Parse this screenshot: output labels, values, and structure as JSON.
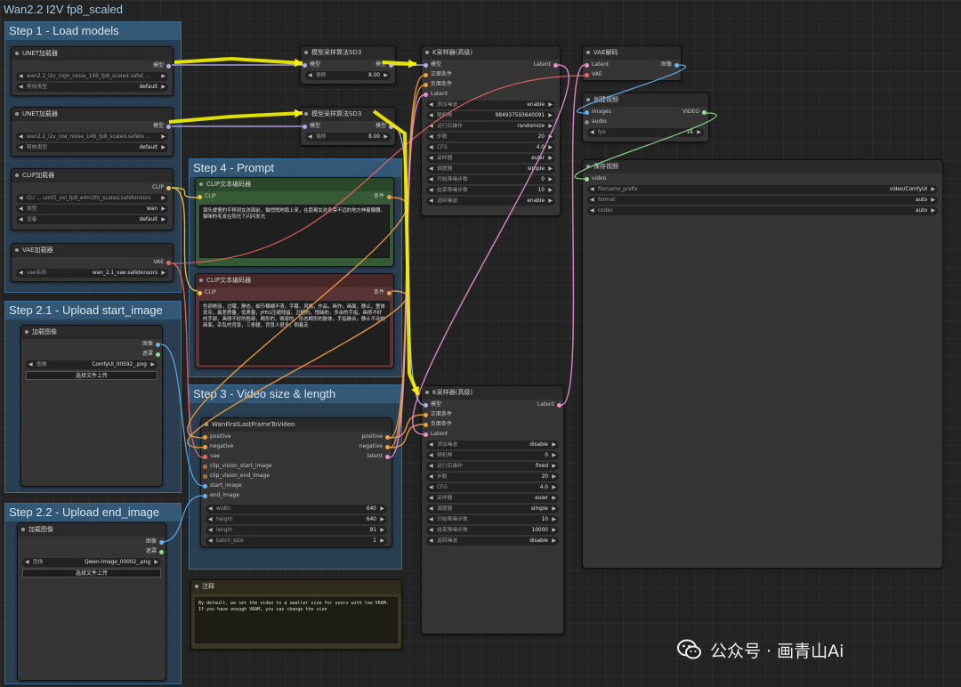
{
  "workflow_title": "Wan2.2 I2V fp8_scaled",
  "colors": {
    "wire_model": "#b9a9e8",
    "wire_clip": "#f0c840",
    "wire_vae": "#f06565",
    "wire_cond": "#f0a040",
    "wire_latent": "#f090d0",
    "wire_image": "#64b5f6",
    "annotation_arrow": "#f5f500",
    "group_bg": "#305678"
  },
  "groups": {
    "load_models": "Step 1 - Load models",
    "prompt": "Step 4 - Prompt",
    "upload_start": "Step 2.1 - Upload start_image",
    "video_size": "Step 3 - Video size & length",
    "upload_end": "Step 2.2 - Upload end_image"
  },
  "unet1": {
    "title": "UNET加载器",
    "out_model": "模型",
    "unet_name": "wan2.2_i2v_high_noise_14B_fp8_scaled.safet ...",
    "weight_label": "剪枝类型",
    "weight_value": "default"
  },
  "unet2": {
    "title": "UNET加载器",
    "out_model": "模型",
    "unet_name": "wan2.2_i2v_low_noise_14B_fp8_scaled.safete ...",
    "weight_label": "剪枝类型",
    "weight_value": "default"
  },
  "clip_loader": {
    "title": "CLIP加载器",
    "out_clip": "CLIP",
    "clip_name": "CLI ... umt5_xxl_fp8_e4m3fn_scaled.safetensors",
    "type_label": "类型",
    "type_value": "wan",
    "device_label": "设备",
    "device_value": "default"
  },
  "vae_loader": {
    "title": "VAE加载器",
    "out_vae": "VAE",
    "vae_label": "vae名称",
    "vae_value": "wan_2.1_vae.safetensors"
  },
  "sd3_1": {
    "title": "模型采样算法SD3",
    "in_model": "模型",
    "out_model": "模型",
    "shift_label": "偏移",
    "shift_value": "8.00"
  },
  "sd3_2": {
    "title": "模型采样算法SD3",
    "in_model": "模型",
    "out_model": "模型",
    "shift_label": "偏移",
    "shift_value": "8.00"
  },
  "clip_pos": {
    "title": "CLIP文本编码器",
    "in_clip": "CLIP",
    "out_cond": "条件",
    "text": "镜头缓慢的平移到女孩面前，猫悄悄地跑上来，在距离女孩身旁不远的地方伸着懒腰，猫咪的毛发在阳光下闪闪发光"
  },
  "clip_neg": {
    "title": "CLIP文本编码器",
    "in_clip": "CLIP",
    "out_cond": "条件",
    "text": "色调艳丽，过曝，静态，细节模糊不清，字幕，风格，作品，画作，画面，静止，整体发灰，最差质量，低质量，JPEG压缩残留，丑陋的，残缺的，多余的手指，画得不好的手部，画得不好的脸部，畸形的，毁容的，形态畸形的肢体，手指融合，静止不动的画面，杂乱的背景，三条腿，背景人很多，倒着走"
  },
  "ksampler1": {
    "title": "K采样器(高级)",
    "in_model": "模型",
    "in_pos": "正面条件",
    "in_neg": "负面条件",
    "in_latent": "Latent",
    "out_latent": "Latent",
    "widgets": [
      {
        "label": "添加噪波",
        "value": "enable"
      },
      {
        "label": "随机种",
        "value": "984937593640091"
      },
      {
        "label": "运行后操作",
        "value": "randomize"
      },
      {
        "label": "步数",
        "value": "20"
      },
      {
        "label": "CFG",
        "value": "4.0"
      },
      {
        "label": "采样器",
        "value": "euler"
      },
      {
        "label": "调度器",
        "value": "simple"
      },
      {
        "label": "开始降噪步数",
        "value": "0"
      },
      {
        "label": "结束降噪步数",
        "value": "10"
      },
      {
        "label": "返回噪波",
        "value": "enable"
      }
    ]
  },
  "ksampler2": {
    "title": "K采样器(高级)",
    "in_model": "模型",
    "in_pos": "正面条件",
    "in_neg": "负面条件",
    "in_latent": "Latent",
    "out_latent": "Latent",
    "widgets": [
      {
        "label": "添加噪波",
        "value": "disable"
      },
      {
        "label": "随机种",
        "value": "0"
      },
      {
        "label": "运行后操作",
        "value": "fixed"
      },
      {
        "label": "步数",
        "value": "20"
      },
      {
        "label": "CFG",
        "value": "4.0"
      },
      {
        "label": "采样器",
        "value": "euler"
      },
      {
        "label": "调度器",
        "value": "simple"
      },
      {
        "label": "开始降噪步数",
        "value": "10"
      },
      {
        "label": "结束降噪步数",
        "value": "10000"
      },
      {
        "label": "返回噪波",
        "value": "disable"
      }
    ]
  },
  "vae_decode": {
    "title": "VAE解码",
    "in_latent": "Latent",
    "in_vae": "VAE",
    "out_image": "图像"
  },
  "create_video": {
    "title": "创建视频",
    "in_images": "images",
    "in_audio": "audio",
    "out_video": "VIDEO",
    "fps_label": "fps",
    "fps_value": "16"
  },
  "save_video": {
    "title": "保存视频",
    "in_video": "video",
    "widgets": [
      {
        "label": "filename_prefix",
        "value": "video/ComfyUI"
      },
      {
        "label": "format",
        "value": "auto"
      },
      {
        "label": "codec",
        "value": "auto"
      }
    ]
  },
  "load_image1": {
    "title": "加载图像",
    "out_image": "图像",
    "out_mask": "遮罩",
    "image_label": "图像",
    "image_value": "ComfyUI_00592_.png",
    "upload_label": "选择文件上传"
  },
  "load_image2": {
    "title": "加载图像",
    "out_image": "图像",
    "out_mask": "遮罩",
    "image_label": "图像",
    "image_value": "Qwen-Image_00002_.png",
    "upload_label": "选择文件上传"
  },
  "wan_flf": {
    "title": "WanFirstLastFrameToVideo",
    "inputs": [
      "positive",
      "negative",
      "vae",
      "clip_vision_start_image",
      "clip_vision_end_image",
      "start_image",
      "end_image"
    ],
    "outputs": [
      "positive",
      "negative",
      "latent"
    ],
    "widgets": [
      {
        "label": "width",
        "value": "640"
      },
      {
        "label": "height",
        "value": "640"
      },
      {
        "label": "length",
        "value": "81"
      },
      {
        "label": "batch_size",
        "value": "1"
      }
    ]
  },
  "note": {
    "title": "注释",
    "text": "By default, we set the video to a smaller size for users with low VRAM. If you have enough VRAM, you can change the size"
  },
  "watermark": "公众号 · 画青山Ai"
}
